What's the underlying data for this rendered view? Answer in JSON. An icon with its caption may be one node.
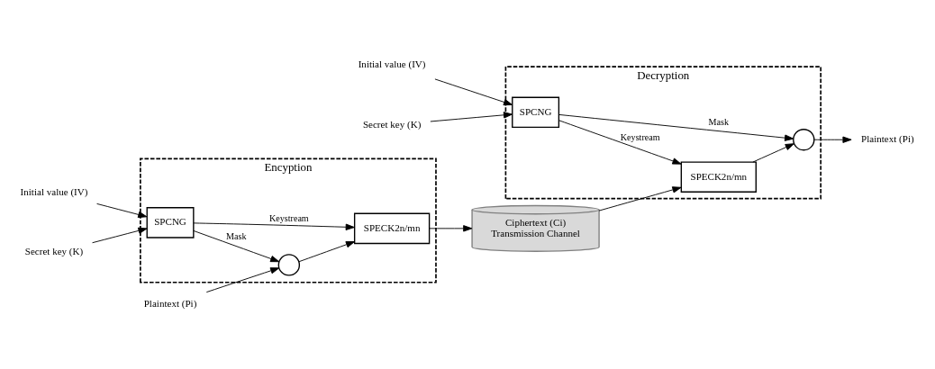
{
  "diagram": {
    "nodes": [
      {
        "text": [
          "Encyption"
        ]
      },
      {
        "text": [
          "Plaintext (Pi)"
        ]
      },
      {
        "text": [],
        "shape": "circle",
        "in": 0
      },
      {
        "text": [
          "SPECK2n/mn"
        ],
        "in": 0
      },
      {
        "text": [
          "SPCNG"
        ],
        "in": 0
      },
      {
        "text": [
          "Initial value (IV)"
        ]
      },
      {
        "text": [
          "Secret key (K)"
        ]
      },
      {
        "text": [
          "Ciphertext (Ci)",
          "Transmission Channel"
        ]
      },
      {
        "text": [
          "Decryption"
        ]
      },
      {
        "text": [
          "SPECK2n/mn"
        ],
        "in": 8
      },
      {
        "text": [],
        "shape": "circle",
        "in": 8
      },
      {
        "text": [
          "SPCNG"
        ],
        "in": 8
      },
      {
        "text": [
          "Initial value (IV)"
        ]
      },
      {
        "text": [
          "Secret key (K)"
        ]
      },
      {
        "text": [
          "Plaintext (Pi)"
        ]
      }
    ],
    "edges": [
      {
        "from": 1,
        "to": 2,
        "arrow": "to"
      },
      {
        "from": 2,
        "to": 3,
        "arrow": "to"
      },
      {
        "from": 4,
        "to": 2,
        "arrow": "to",
        "label": "Mask"
      },
      {
        "from": 4,
        "to": 3,
        "arrow": "to",
        "label": "Keystream"
      },
      {
        "from": 5,
        "to": 4,
        "arrow": "to"
      },
      {
        "from": 6,
        "to": 4,
        "arrow": "to"
      },
      {
        "from": 3,
        "to": 7,
        "arrow": "to"
      },
      {
        "from": 7,
        "to": 9,
        "arrow": "to"
      },
      {
        "from": 9,
        "to": 10,
        "arrow": "to"
      },
      {
        "from": 11,
        "to": 9,
        "arrow": "to",
        "label": "Keystream"
      },
      {
        "from": 11,
        "to": 10,
        "arrow": "to",
        "label": "Mask"
      },
      {
        "from": 10,
        "to": 14,
        "arrow": "to"
      },
      {
        "from": 12,
        "to": 11,
        "arrow": "to"
      },
      {
        "from": 13,
        "to": 11,
        "arrow": "to"
      }
    ]
  }
}
